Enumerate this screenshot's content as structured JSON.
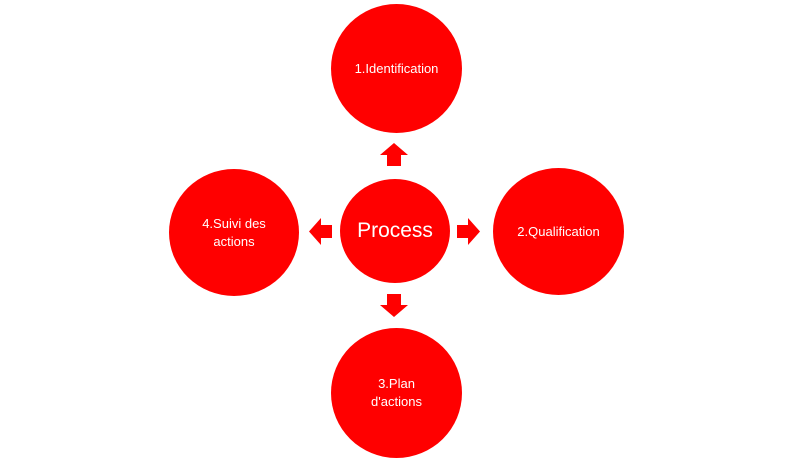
{
  "diagram": {
    "center": {
      "label": "Process"
    },
    "nodes": [
      {
        "id": "top",
        "label": "1.Identification"
      },
      {
        "id": "right",
        "label": "2.Qualification"
      },
      {
        "id": "bottom",
        "label": "3.Plan\nd'actions"
      },
      {
        "id": "left",
        "label": "4.Suivi des\nactions"
      }
    ],
    "colors": {
      "node_fill": "#ff0000",
      "text": "#ffffff",
      "background": "#ffffff"
    }
  }
}
